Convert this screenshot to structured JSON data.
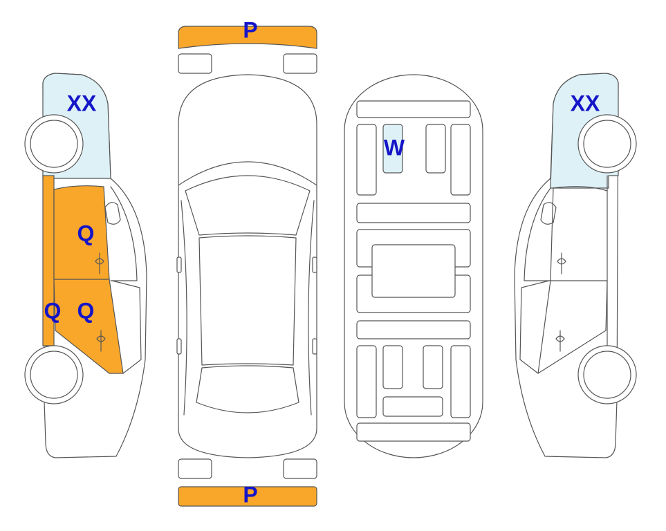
{
  "colors": {
    "damage_orange": "#F9A72B",
    "damage_light_blue": "#DDF1F7",
    "label_blue": "#1515C8",
    "outline": "#555555"
  },
  "labels": {
    "front_bumper": "P",
    "rear_bumper": "P",
    "left_front_upper": "XX",
    "right_front_upper": "XX",
    "roof_panel": "W",
    "left_front_door": "Q",
    "left_rear_door": "Q",
    "left_rocker": "Q"
  }
}
